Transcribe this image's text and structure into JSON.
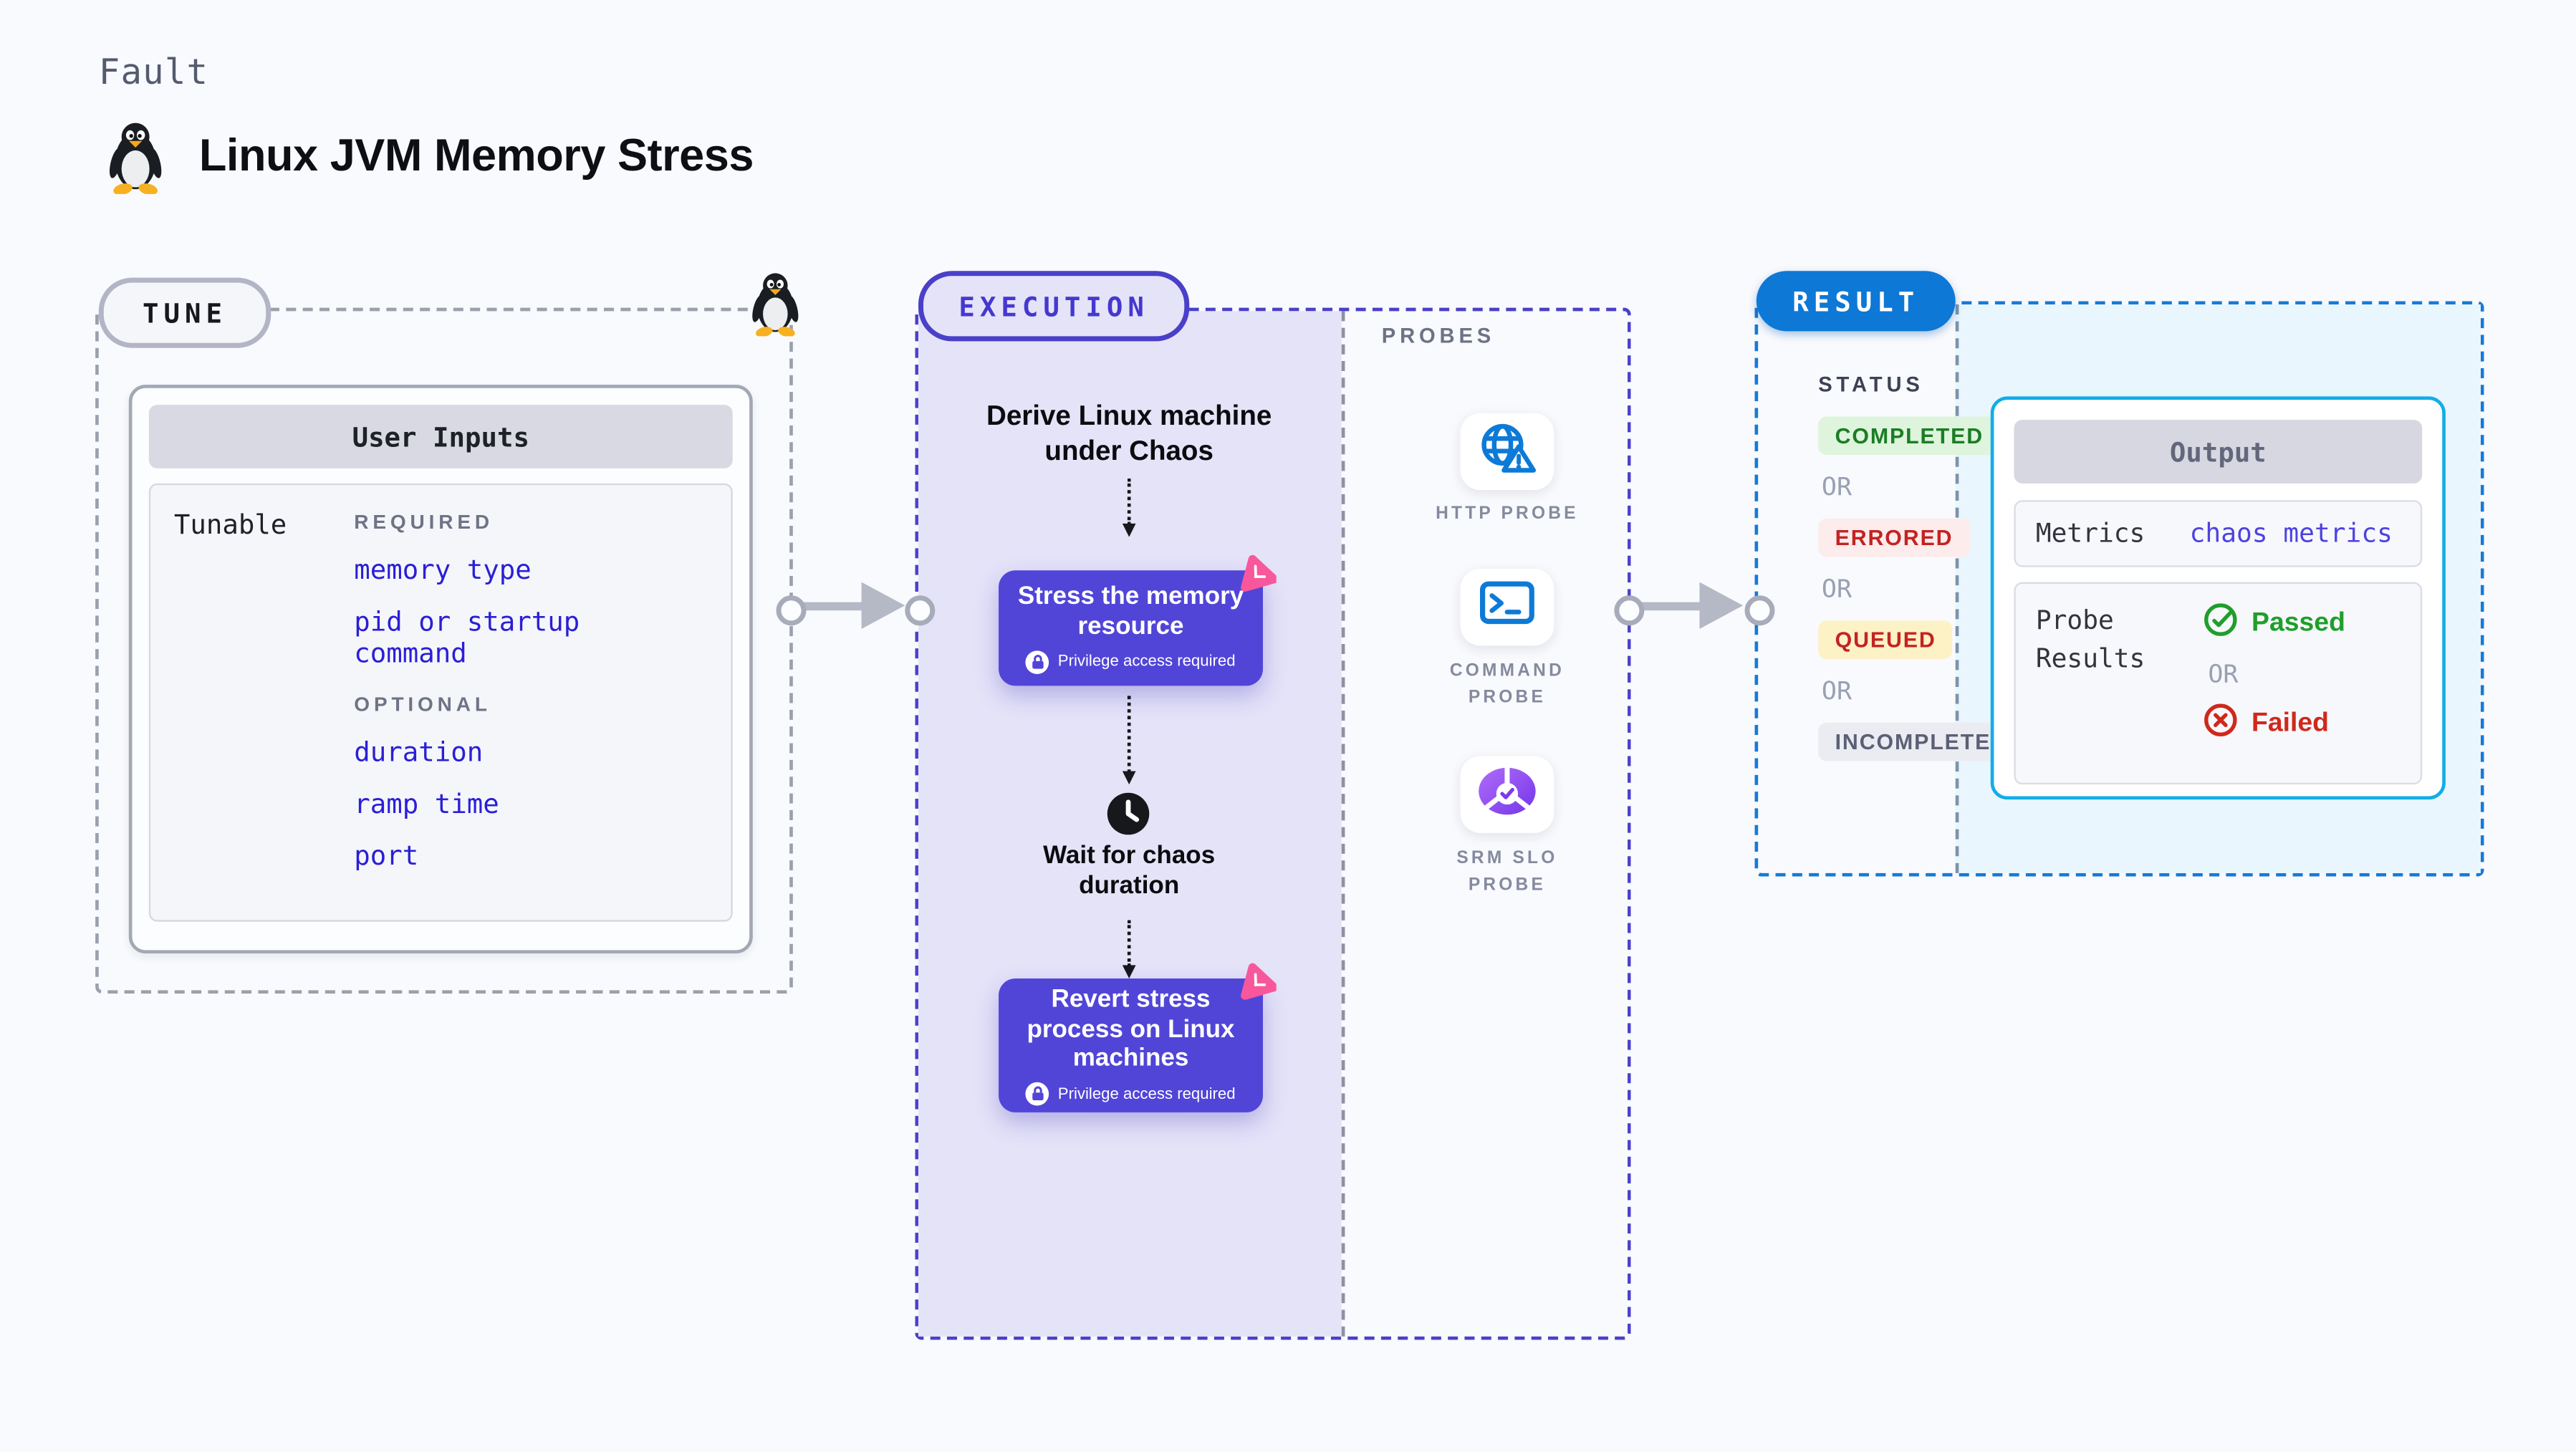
{
  "header": {
    "fault_label": "Fault",
    "title": "Linux JVM Memory Stress"
  },
  "tune": {
    "label": "TUNE",
    "user_inputs_title": "User Inputs",
    "tunable_label": "Tunable",
    "required_label": "REQUIRED",
    "required_items": [
      "memory type",
      "pid or startup command"
    ],
    "optional_label": "OPTIONAL",
    "optional_items": [
      "duration",
      "ramp time",
      "port"
    ]
  },
  "execution": {
    "label": "EXECUTION",
    "derive_text": "Derive Linux machine under Chaos",
    "stress_title": "Stress the memory resource",
    "privilege_text": "Privilege access required",
    "wait_text": "Wait for chaos duration",
    "revert_title": "Revert stress process on Linux machines"
  },
  "probes": {
    "label": "PROBES",
    "items": [
      {
        "name": "HTTP PROBE",
        "icon": "globe-alert-icon"
      },
      {
        "name": "COMMAND PROBE",
        "icon": "terminal-icon"
      },
      {
        "name": "SRM SLO PROBE",
        "icon": "slo-gauge-icon"
      }
    ]
  },
  "result": {
    "label": "RESULT",
    "status_label": "STATUS",
    "or_label": "OR",
    "statuses": [
      {
        "label": "COMPLETED",
        "color": "#1b7d24",
        "bg": "#def4dc"
      },
      {
        "label": "ERRORED",
        "color": "#c32322",
        "bg": "#fdecec"
      },
      {
        "label": "QUEUED",
        "color": "#c32322",
        "bg": "#fdf1c6"
      },
      {
        "label": "INCOMPLETED",
        "color": "#5c6076",
        "bg": "#ebecf2"
      }
    ],
    "output": {
      "title": "Output",
      "metrics_label": "Metrics",
      "metrics_value": "chaos metrics",
      "probe_results_label": "Probe Results",
      "passed_label": "Passed",
      "failed_label": "Failed"
    }
  },
  "colors": {
    "page_bg": "#f8fafd",
    "tune_border": "#9aa0ac",
    "execution_border": "#4a40c8",
    "execution_bg": "#e5e3f8",
    "step_purple": "#5145d8",
    "chaos_pink": "#f9579b",
    "link_blue": "#2a1fd6",
    "probe_icon_blue": "#0d7ad7",
    "result_border": "#1779d7",
    "result_bg": "#e9f6fd",
    "output_border": "#12ade8",
    "passed_green": "#1f9e2b",
    "failed_red": "#d0281c"
  }
}
